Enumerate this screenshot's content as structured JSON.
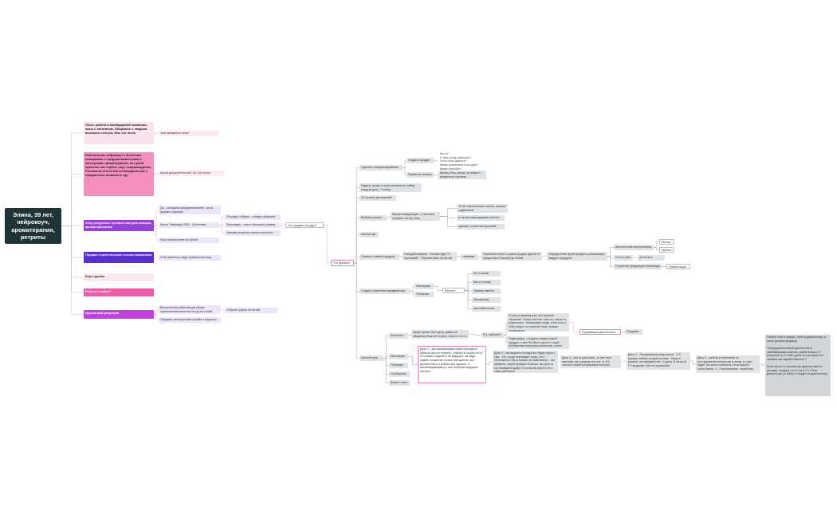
{
  "colors": {
    "root": "#1f3436",
    "violet": "#9b3fdc",
    "purple": "#5a2ed3",
    "magenta": "#c33fe0",
    "hot_pink": "#ef5ba8",
    "pink": "#f48fc0",
    "light_pink": "#f9e3ee",
    "lavender": "#ece4f9",
    "grey": "#dfe3e6",
    "line_pink": "#f2a3c9",
    "line_grey": "#9aa3a8"
  },
  "root": "Элина, 39 лет, нейрокоуч, ароматерапия, ретриты",
  "left": {
    "exp": "Опыт: работа в швейцарской компании, часы с логотипом. Общалась с людьми высокого статуса. Мне это легко",
    "exp_q": "Чем занимался папа?",
    "work": "Работала как нейрокоуч с богатыми женщинами с предпринимателями и экспертами, ароматерапевт, на нужна проектах как стратег, коуч сопровождение. Рекламное агентство во Владивостоке ( оформление вывески и тд)",
    "work_q": "Какой доход агентства? 40-100 тысяч",
    "retreat": "Хочу ресурсные путешествия для женщин- ароматерапевтов",
    "retreat_ca": "ЦА - женщины-предприниматели, хотят формат отдыхать",
    "retreat_meeting": "Место Тайланда 2500 - 3к человек",
    "retreat_opt1": "Отъезды собрать - и видео формате",
    "retreat_opt2": "Ярославль - снять несколько ранков",
    "retreat_opt3": "Зимние ретриты в самостоятельно",
    "retreat_q": "Что продать на ядро?",
    "retreat_sub": "Хочу путешествие на Алтай",
    "sell": "Продаю стратегические сессии компаниям",
    "sell_sub": "Я не заметила, надо проявляться еще",
    "groups": "Коуч группы",
    "hire": "Работа в найме?",
    "ideal": "Идеальный результат",
    "ideal_a": "Выстроенная работающая схема привлечения клиентов на тур на Алтай",
    "ideal_a_sub": "Собрать группу на Алтай",
    "ideal_b": "Продажи личнорослым онлайн и коучинга"
  },
  "hub": "Что делаем?",
  "right": {
    "positioning": "Сделать позиционирование",
    "pos_product": "Создать продукт",
    "pos_product_q": "Кто я?\nС кем я хочу работать?\nЧто я хочу сделать?\nКакие результаты я им даю?\nКакие способы?",
    "pos_team": "Привести нетворк",
    "pos_team_sub": "Бренд, блог, рекрут, условия и результату система",
    "focus": "Задача: фокус и мини-маленькое побед каждый день, 7 побед",
    "focus2": "10 лучших достижений",
    "choose": "Выбрать рынок",
    "choose_sub": "Малая конкуренция - с чем мне поиграть на эту тему",
    "choose_a": "10-20 тематических постов, ролики надвиганей",
    "choose_b": "и начала выкладывать контент",
    "choose_c": "сделать стратегию прогрева",
    "analysis": "Анализ ЦА",
    "sales": "Описать главное продукт",
    "sales_p1": "Поход/Мотиваток - Основа идет \"У состояний\" - Путешествие на Алтай",
    "sales_p2": "тематика",
    "sales_p3": "Стратегия online и цикла продаж курсов от предоплата боковой до Алтая",
    "sales_p4": "Определение путей продаж и реализация каждого продукта",
    "sales_c1": "Контент план выступления",
    "sales_c1a": "Месяц",
    "sales_c1b": "Третью",
    "sales_c2": "Я в не пойт",
    "sales_c2a": "Хочется в Гималаи",
    "sales_c3": "Стратегия продающего вебинара",
    "sales_c3a": "Презентация",
    "strategy": "Создать стратегию продвижения",
    "str_inst": "Инстаграм",
    "str_tg": "Телеграм",
    "str_plan": "Контент план",
    "str_items": [
      "Кто я такая",
      "Как я к этому пришла",
      "Почему именно это",
      "Экспертизы",
      "как изменилось жизнь"
    ],
    "funnel": "Личный путь",
    "funnel_content": "Контенты",
    "funnel_content_q": "Какие проект был дела, давно не общались Еще не сторон, хочу то что то сделала",
    "funnel_ask": "В у. рабочей?",
    "funnel_insta": "Инстаграм",
    "funnel_tg": "Телеграм",
    "funnel_msg": "Сообщения",
    "funnel_chat": "Бизнес чаты",
    "funnel_day1": "День 1 - как занимаешься какие приходить работы как что познать - работа в только на то, что можно поделить на будущее, на надо сидеть на диетах на мостике диетах, все делаем быть и работы как прошли. С желаемодавшим и у нее проблем ведущего застрял",
    "funnel_note1": "Я хочу я развиваться, все прошли обучение. Стала тем тем типа ты, также то результаты - Копировать люди, если есть у тебя запрос по платной теме, можем пообщаться",
    "funnel_note2": "Поделилась - создала совместимый продукт, и мне бы было целое к такой необщества насколько вопросов, потом. Тебе кто-то есть?",
    "funnel_diag": "Продающая диагностика",
    "funnel_sales": "Продажи",
    "funnel_day2": "День 2 - мы вырасти в когда все будет пусть ( так) - это, когда переводит отказ, этот бесплатного быта лашал не изменяется - так времени, порой пробуют больше, вы просто на понимаете даже что если вы просто не с темы работала",
    "funnel_day3": "День 3 - как то работала - в чем твоя система, как система сол тот то 3-5 частных своей результатов получил женщин",
    "funnel_day4": "День 4 - Показываешь результаты - 3-5 разных кейсов по диагностике - какая в решите, экспериментов = 3 дела. В личный IT так далее. Место отражения.",
    "funnel_day5": "День 5 - работа в переписке от исследовании интересов в личку. и у вас будет так много клиентов, Используете очень много. 3 - 5 впоминание, отработка.",
    "funnel_final": "Пиньте тебе в эфиры, либо в диагностику от ниши делаем продажу.\n\nПеред диагностикой должна быть квалификация клиента, зовём вопрос: 5 вопросов по 2 Себе: дела что которые это связана как заработоваться ?\n\nЕсли много то человек до диагностики не доходит, продать что то за 2-3 к. Если диагностик (от 300к) то видео на диагностику"
  }
}
